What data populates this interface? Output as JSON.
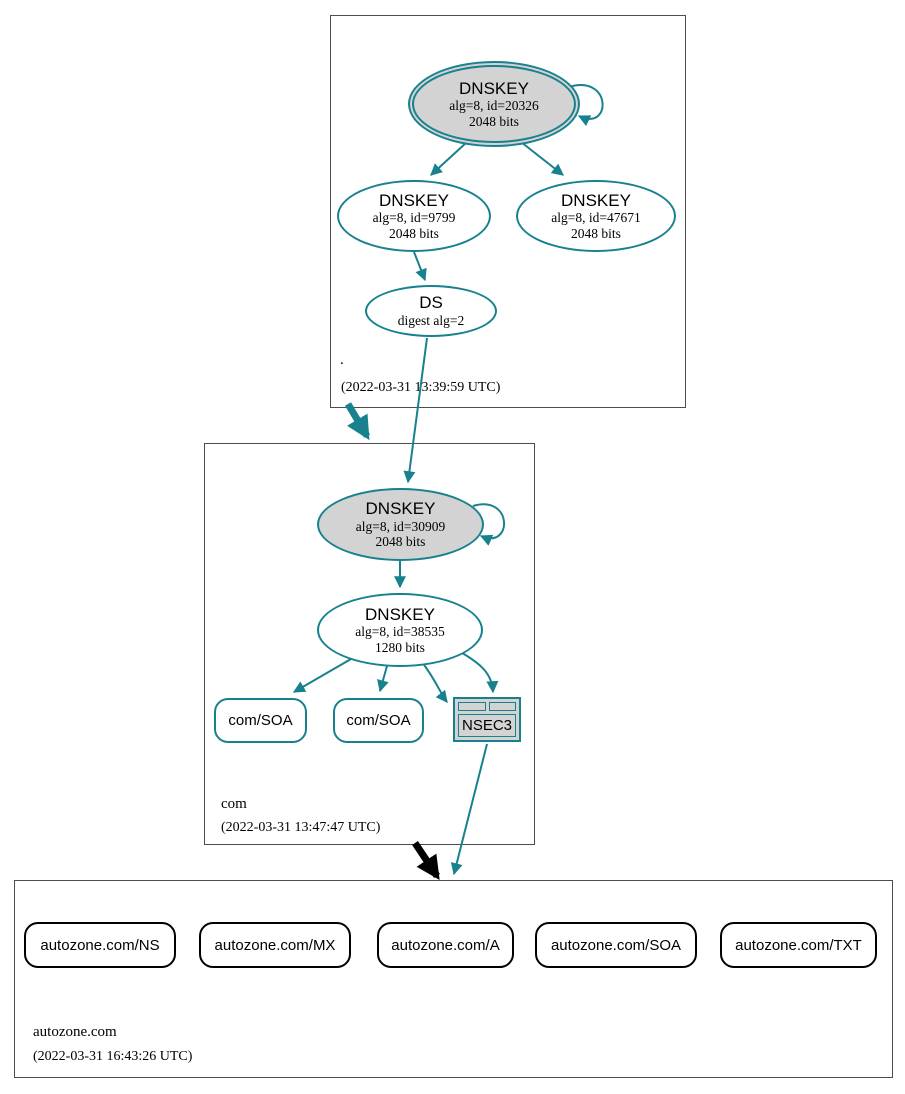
{
  "colors": {
    "secure_edge": "#17818e",
    "insecure_edge": "#000000",
    "node_fill_gray": "#d3d3d3",
    "node_fill_white": "#ffffff",
    "zone_border": "#4d4d4d"
  },
  "root_zone": {
    "label": ".",
    "timestamp": "(2022-03-31 13:39:59 UTC)",
    "ksk": {
      "title": "DNSKEY",
      "line1": "alg=8, id=20326",
      "line2": "2048 bits"
    },
    "zsk_left": {
      "title": "DNSKEY",
      "line1": "alg=8, id=9799",
      "line2": "2048 bits"
    },
    "zsk_right": {
      "title": "DNSKEY",
      "line1": "alg=8, id=47671",
      "line2": "2048 bits"
    },
    "ds": {
      "title": "DS",
      "line1": "digest alg=2"
    }
  },
  "com_zone": {
    "label": "com",
    "timestamp": "(2022-03-31 13:47:47 UTC)",
    "ksk": {
      "title": "DNSKEY",
      "line1": "alg=8, id=30909",
      "line2": "2048 bits"
    },
    "zsk": {
      "title": "DNSKEY",
      "line1": "alg=8, id=38535",
      "line2": "1280 bits"
    },
    "soa_left": "com/SOA",
    "soa_right": "com/SOA",
    "nsec3": "NSEC3"
  },
  "autozone_zone": {
    "label": "autozone.com",
    "timestamp": "(2022-03-31 16:43:26 UTC)",
    "rrsets": [
      "autozone.com/NS",
      "autozone.com/MX",
      "autozone.com/A",
      "autozone.com/SOA",
      "autozone.com/TXT"
    ]
  }
}
